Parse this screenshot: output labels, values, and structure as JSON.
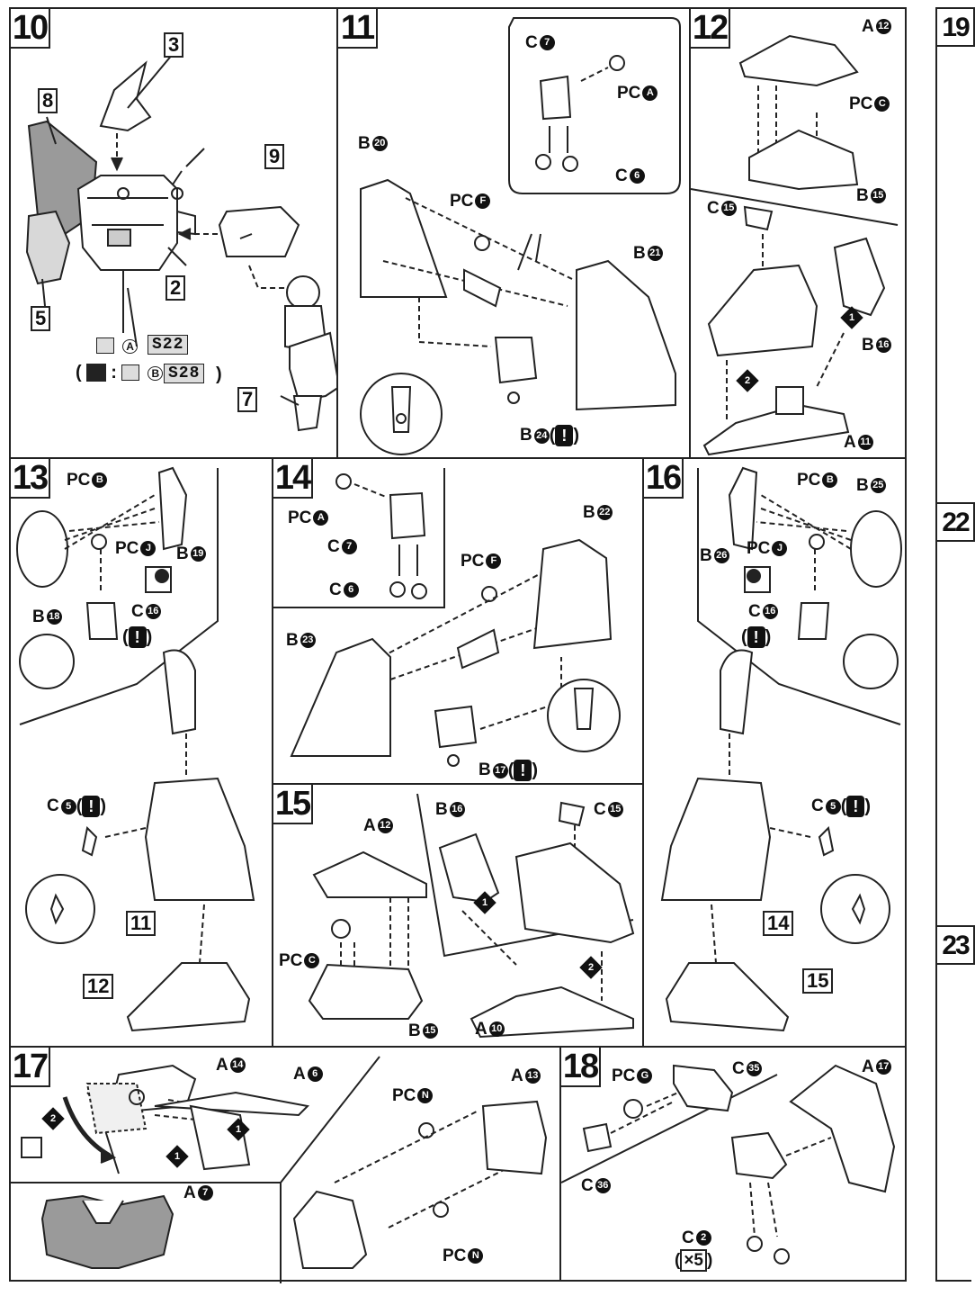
{
  "steps": {
    "s10": {
      "number": "10",
      "parts": {
        "p3": "3",
        "p8": "8",
        "p9": "9",
        "p2": "2",
        "p5": "5",
        "p7": "7"
      },
      "seal_a": {
        "marker": "A",
        "code": "S22"
      },
      "seal_b": {
        "marker": "B",
        "code": "S28"
      }
    },
    "s11": {
      "number": "11",
      "labels": {
        "c7": "C",
        "c7n": "7",
        "pca": "PC",
        "pcan": "A",
        "b20": "B",
        "b20n": "20",
        "pcf": "PC",
        "pcfn": "F",
        "c6": "C",
        "c6n": "6",
        "b21": "B",
        "b21n": "21",
        "b24": "B",
        "b24n": "24"
      }
    },
    "s12": {
      "number": "12",
      "labels": {
        "a12": "A",
        "a12n": "12",
        "pcc": "PC",
        "pccn": "C",
        "b15": "B",
        "b15n": "15",
        "c15": "C",
        "c15n": "15",
        "b16": "B",
        "b16n": "16",
        "a11": "A",
        "a11n": "11"
      },
      "arrows": [
        "1",
        "2"
      ]
    },
    "s13": {
      "number": "13",
      "labels": {
        "pcb": "PC",
        "pcbn": "B",
        "b19": "B",
        "b19n": "19",
        "pcj": "PC",
        "pcjn": "J",
        "b18": "B",
        "b18n": "18",
        "c16": "C",
        "c16n": "16",
        "c5": "C",
        "c5n": "5"
      },
      "refs": {
        "r11": "11",
        "r12": "12"
      }
    },
    "s14": {
      "number": "14",
      "labels": {
        "pca": "PC",
        "pcan": "A",
        "c7": "C",
        "c7n": "7",
        "c6": "C",
        "c6n": "6",
        "b22": "B",
        "b22n": "22",
        "pcf": "PC",
        "pcfn": "F",
        "b23": "B",
        "b23n": "23",
        "b17": "B",
        "b17n": "17"
      }
    },
    "s15": {
      "number": "15",
      "labels": {
        "a12": "A",
        "a12n": "12",
        "b16": "B",
        "b16n": "16",
        "c15": "C",
        "c15n": "15",
        "pcc": "PC",
        "pccn": "C",
        "a10": "A",
        "a10n": "10",
        "b15": "B",
        "b15n": "15"
      },
      "arrows": [
        "1",
        "2"
      ]
    },
    "s16": {
      "number": "16",
      "labels": {
        "pcb": "PC",
        "pcbn": "B",
        "b25": "B",
        "b25n": "25",
        "b26": "B",
        "b26n": "26",
        "pcj": "PC",
        "pcjn": "J",
        "c16": "C",
        "c16n": "16",
        "c5": "C",
        "c5n": "5"
      },
      "refs": {
        "r14": "14",
        "r15": "15"
      }
    },
    "s17": {
      "number": "17",
      "labels": {
        "a14": "A",
        "a14n": "14",
        "a6": "A",
        "a6n": "6",
        "a7": "A",
        "a7n": "7",
        "pcn1": "PC",
        "pcn1n": "N",
        "pcn2": "PC",
        "pcn2n": "N",
        "a13": "A",
        "a13n": "13"
      },
      "arrows": [
        "1",
        "1",
        "2"
      ]
    },
    "s18": {
      "number": "18",
      "labels": {
        "pcg": "PC",
        "pcgn": "G",
        "c35": "C",
        "c35n": "35",
        "c36": "C",
        "c36n": "36",
        "a17": "A",
        "a17n": "17",
        "c2": "C",
        "c2n": "2"
      },
      "multiplier": "×5"
    },
    "s19": {
      "number": "19"
    },
    "s22": {
      "number": "22"
    },
    "s23": {
      "number": "23"
    }
  },
  "warning_symbol": "!",
  "colors": {
    "line": "#222222",
    "shade": "#9a9a9a",
    "light_shade": "#d8d8d8"
  }
}
